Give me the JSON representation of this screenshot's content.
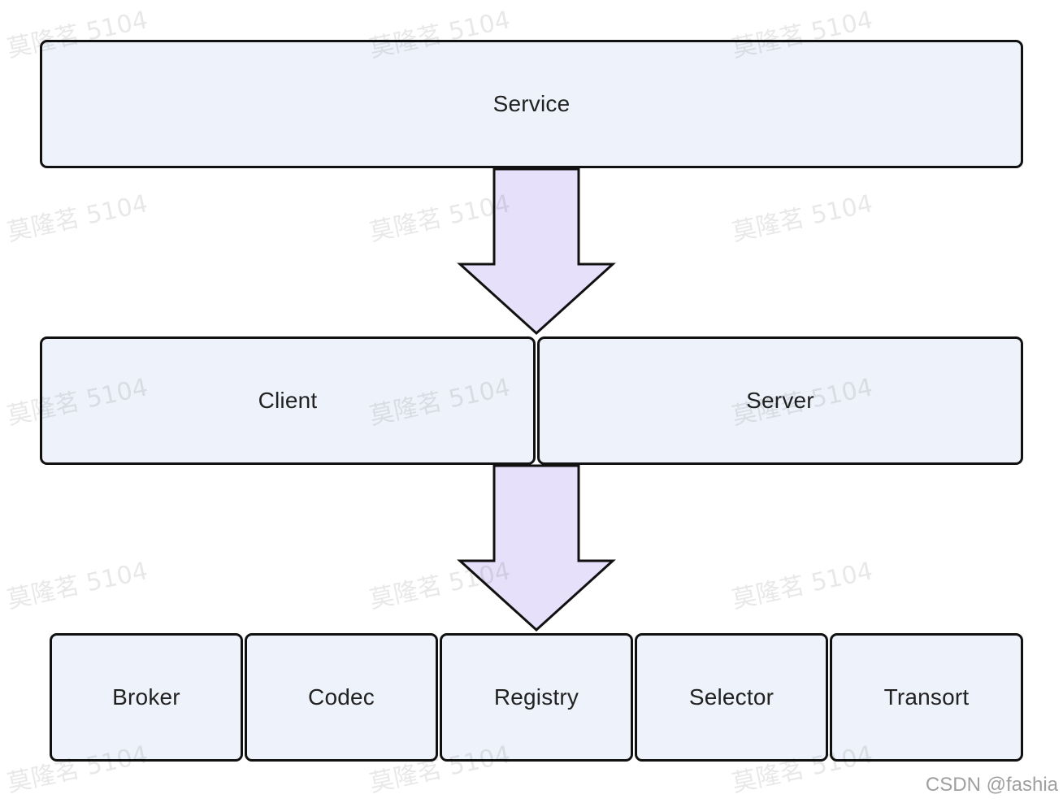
{
  "diagram": {
    "top": {
      "label": "Service"
    },
    "middle": [
      {
        "label": "Client"
      },
      {
        "label": "Server"
      }
    ],
    "bottom": [
      {
        "label": "Broker"
      },
      {
        "label": "Codec"
      },
      {
        "label": "Registry"
      },
      {
        "label": "Selector"
      },
      {
        "label": "Transort"
      }
    ],
    "colors": {
      "box_fill": "#eef3fb",
      "box_border": "#111111",
      "arrow_fill": "#e6e0fa",
      "text": "#222222"
    }
  },
  "watermark": {
    "text": "莫隆茗 5104"
  },
  "credit": {
    "text": "CSDN @fashia"
  }
}
